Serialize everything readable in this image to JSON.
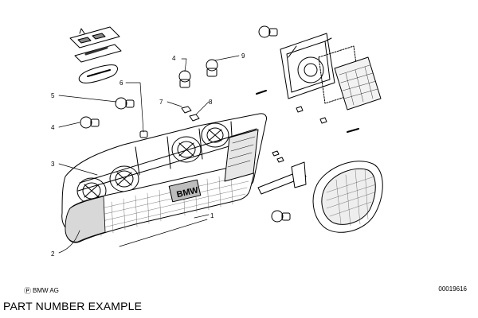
{
  "diagram": {
    "callouts": [
      "1",
      "2",
      "3",
      "4",
      "4",
      "5",
      "6",
      "7",
      "8",
      "9"
    ],
    "badge_lettering": "BMW",
    "copyright": "BMW AG",
    "part_code": "00019616"
  },
  "caption": "PART NUMBER EXAMPLE"
}
